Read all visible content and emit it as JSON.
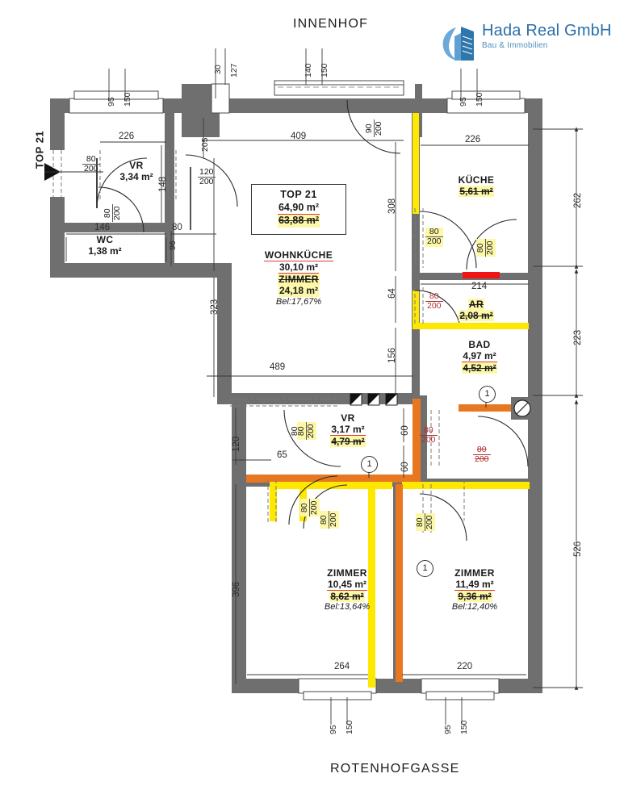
{
  "titles": {
    "top": "INNENHOF",
    "bottom": "ROTENHOFGASSE",
    "side_left": "TOP 21"
  },
  "logo": {
    "name": "Hada Real GmbH",
    "tagline": "Bau & Immobilien",
    "color_primary": "#2a6fa8",
    "color_secondary": "#4f8fbe"
  },
  "unit_box": {
    "title": "TOP 21",
    "area_primary": "64,90 m²",
    "area_secondary": "63,88 m²"
  },
  "rooms": [
    {
      "id": "vr-top",
      "name": "VR",
      "area_primary": "3,34 m²",
      "area_secondary": "",
      "bel": ""
    },
    {
      "id": "wc",
      "name": "WC",
      "area_primary": "1,38 m²",
      "area_secondary": "",
      "bel": ""
    },
    {
      "id": "wohnkueche",
      "name": "WOHNKÜCHE",
      "area_primary": "30,10 m²",
      "area_secondary": "24,18 m²",
      "bel": "Bel:17,67%",
      "name_alt": "ZIMMER"
    },
    {
      "id": "kueche",
      "name": "KÜCHE",
      "area_primary": "5,61 m²",
      "area_secondary": "",
      "bel": ""
    },
    {
      "id": "ar",
      "name": "AR",
      "area_primary": "2,08 m²",
      "area_secondary": "",
      "bel": ""
    },
    {
      "id": "bad",
      "name": "BAD",
      "area_primary": "4,97 m²",
      "area_secondary": "4,52 m²",
      "bel": ""
    },
    {
      "id": "vr-mid",
      "name": "VR",
      "area_primary": "3,17 m²",
      "area_secondary": "4,79 m²",
      "bel": ""
    },
    {
      "id": "zimmer-l",
      "name": "ZIMMER",
      "area_primary": "10,45 m²",
      "area_secondary": "8,62 m²",
      "bel": "Bel:13,64%"
    },
    {
      "id": "zimmer-r",
      "name": "ZIMMER",
      "area_primary": "11,49 m²",
      "area_secondary": "9,36 m²",
      "bel": "Bel:12,40%"
    }
  ],
  "dimensions": {
    "top": [
      "30",
      "127",
      "140",
      "150",
      "95",
      "150",
      "409",
      "95",
      "150",
      "226"
    ],
    "right": [
      "262",
      "223",
      "526"
    ],
    "left_inner": [
      "323",
      "120",
      "396"
    ],
    "interior_v": [
      "308",
      "64",
      "156",
      "205",
      "148",
      "96",
      "60",
      "60"
    ],
    "interior_h": [
      "226",
      "146",
      "80",
      "489",
      "214",
      "65",
      "264",
      "220"
    ],
    "bottom": [
      "95",
      "150",
      "95",
      "150"
    ]
  },
  "openings": [
    {
      "w": "80",
      "h": "200"
    },
    {
      "w": "80",
      "h": "200"
    },
    {
      "w": "120",
      "h": "200"
    },
    {
      "w": "90",
      "h": "200"
    },
    {
      "w": "80",
      "h": "200"
    },
    {
      "w": "80",
      "h": "200"
    },
    {
      "w": "80",
      "h": "200"
    },
    {
      "w": "80",
      "h": "200"
    },
    {
      "w": "80",
      "h": "200"
    },
    {
      "w": "80",
      "h": "200"
    },
    {
      "w": "80",
      "h": "200"
    },
    {
      "w": "80",
      "h": "200"
    }
  ],
  "markers": {
    "circle_1": "1"
  },
  "colors": {
    "wall": "#6f6f6f",
    "wall_dark": "#5a5a5a",
    "highlight_yellow": "#ffe800",
    "highlight_orange": "#e87722",
    "highlight_red": "#f01515",
    "line": "#2a2a2a"
  }
}
